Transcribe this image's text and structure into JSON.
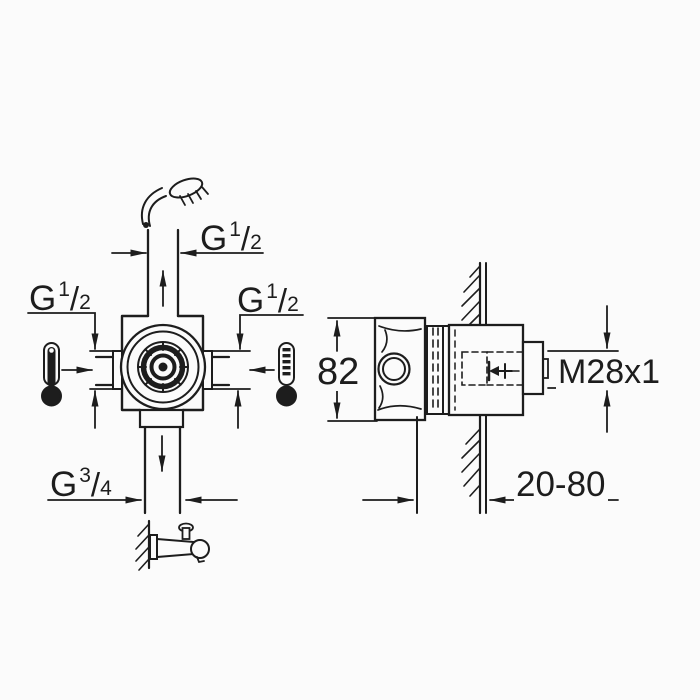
{
  "drawing_title": "concealed-valve-installation-dimension-diagram",
  "colors": {
    "line": "#1d1d1d",
    "background": "#fbfbfb"
  },
  "labels": {
    "top_thread": {
      "base": "G",
      "numerator": "1",
      "slash": "/",
      "denominator": "2"
    },
    "left_thread": {
      "base": "G",
      "numerator": "1",
      "slash": "/",
      "denominator": "2"
    },
    "right_thread": {
      "base": "G",
      "numerator": "1",
      "slash": "/",
      "denominator": "2"
    },
    "bottom_thread": {
      "base": "G",
      "numerator": "3",
      "slash": "/",
      "denominator": "4"
    },
    "body_height": "82",
    "spindle_thread": "M28x1",
    "installation_depth_range": "20-80"
  },
  "icons": {
    "top": "hand-shower-icon",
    "left": "thermometer-hot-icon",
    "right": "thermometer-cold-icon",
    "bottom": "bath-spout-icon"
  }
}
